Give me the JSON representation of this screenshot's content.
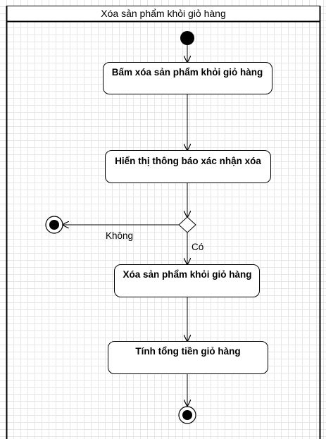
{
  "diagram": {
    "title": "Xóa sản phẩm khỏi giỏ hàng",
    "actions": {
      "click_delete": "Bấm xóa sản phẩm khỏi giỏ hàng",
      "show_confirm": "Hiển thị thông báo xác nhận xóa",
      "delete_product": "Xóa sản phẩm khỏi giỏ hàng",
      "calc_total": "Tính tổng tiền giỏ hàng"
    },
    "guards": {
      "no": "Không",
      "yes": "Có"
    }
  }
}
